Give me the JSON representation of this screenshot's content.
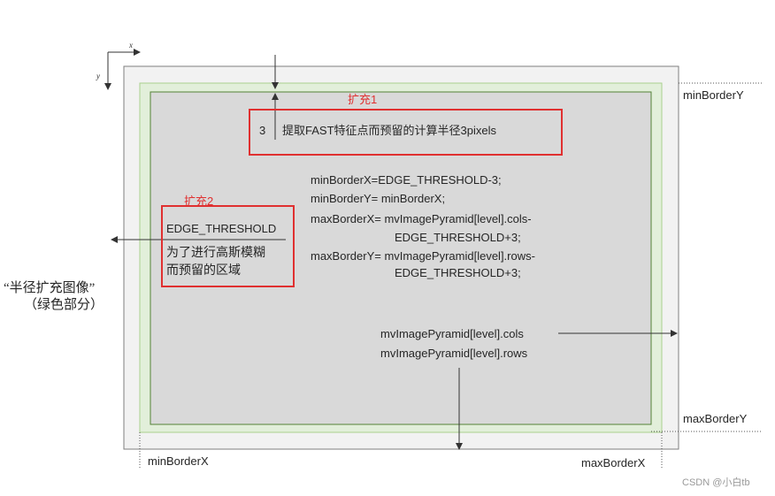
{
  "axes": {
    "x": "x",
    "y": "y"
  },
  "labels": {
    "expand1": "扩充1",
    "expand2": "扩充2",
    "radius_num": "3",
    "radius_desc": "提取FAST特征点而预留的计算半径3pixels",
    "edge_threshold": "EDGE_THRESHOLD",
    "edge_desc_line1": "为了进行高斯模糊",
    "edge_desc_line2": "而预留的区域",
    "side_note_line1": "“半径扩充图像”",
    "side_note_line2": "（绿色部分）",
    "min_border_y": "minBorderY",
    "max_border_y": "maxBorderY",
    "min_border_x": "minBorderX",
    "max_border_x": "maxBorderX",
    "cols": "mvImagePyramid[level].cols",
    "rows": "mvImagePyramid[level].rows",
    "watermark": "CSDN @小白tb"
  },
  "formulas": [
    "minBorderX=EDGE_THRESHOLD-3;",
    "minBorderY= minBorderX;",
    "maxBorderX= mvImagePyramid[level].cols-",
    "EDGE_THRESHOLD+3;",
    "maxBorderY= mvImagePyramid[level].rows-",
    "EDGE_THRESHOLD+3;"
  ],
  "colors": {
    "outer_fill": "#f2f2f2",
    "green_fill": "#e2efda",
    "inner_fill": "#d9d9d9",
    "green_stroke": "#70ad47",
    "highlight": "#e03030",
    "dark": "#262626"
  }
}
